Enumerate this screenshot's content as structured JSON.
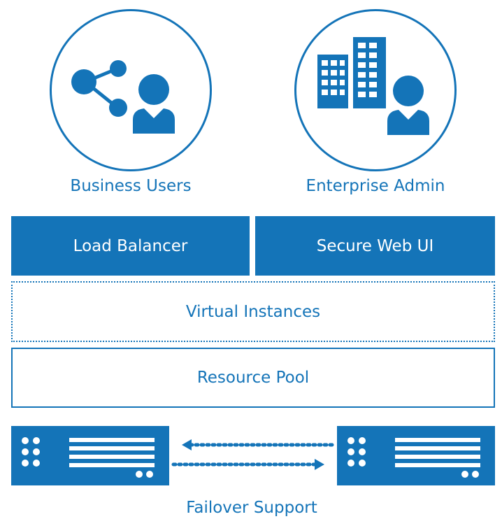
{
  "colors": {
    "primary": "#1474b8",
    "background": "#ffffff"
  },
  "nodes": {
    "business_users": {
      "label": "Business Users",
      "icons": [
        "share-icon",
        "user-icon"
      ]
    },
    "enterprise_admin": {
      "label": "Enterprise Admin",
      "icons": [
        "buildings-icon",
        "user-icon"
      ]
    }
  },
  "layers": {
    "load_balancer": "Load Balancer",
    "secure_web_ui": "Secure Web UI",
    "virtual_instances": "Virtual Instances",
    "resource_pool": "Resource Pool"
  },
  "failover": {
    "label": "Failover Support",
    "icons": [
      "server-icon",
      "server-icon"
    ]
  }
}
